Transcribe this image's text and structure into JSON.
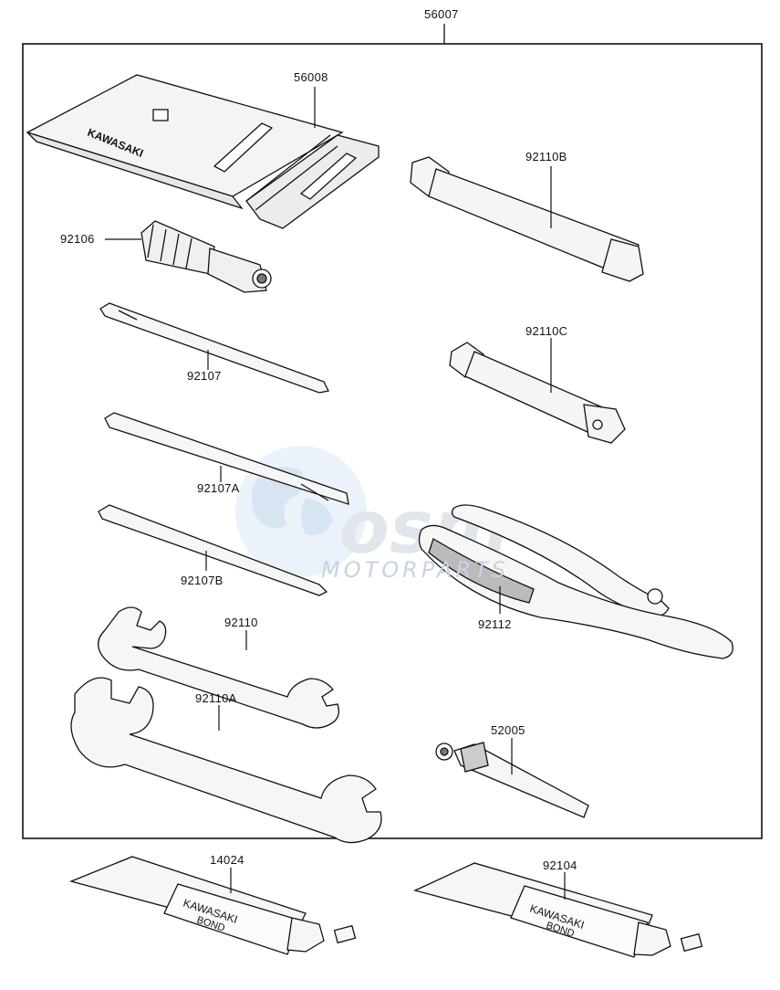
{
  "diagram": {
    "assembly_label": "56007",
    "parts": [
      {
        "id": "56008"
      },
      {
        "id": "92110B"
      },
      {
        "id": "92106"
      },
      {
        "id": "92107"
      },
      {
        "id": "92110C"
      },
      {
        "id": "92107A"
      },
      {
        "id": "92107B"
      },
      {
        "id": "92112"
      },
      {
        "id": "92110"
      },
      {
        "id": "92110A"
      },
      {
        "id": "52005"
      },
      {
        "id": "14024"
      },
      {
        "id": "92104"
      }
    ],
    "pouch_brand": "KAWASAKI",
    "tube_label_line1": "KAWASAKI",
    "tube_label_line2": "BOND",
    "watermark": {
      "logo": "osm",
      "subtext": "MOTORPARTS",
      "color": "#c9d3df"
    }
  }
}
